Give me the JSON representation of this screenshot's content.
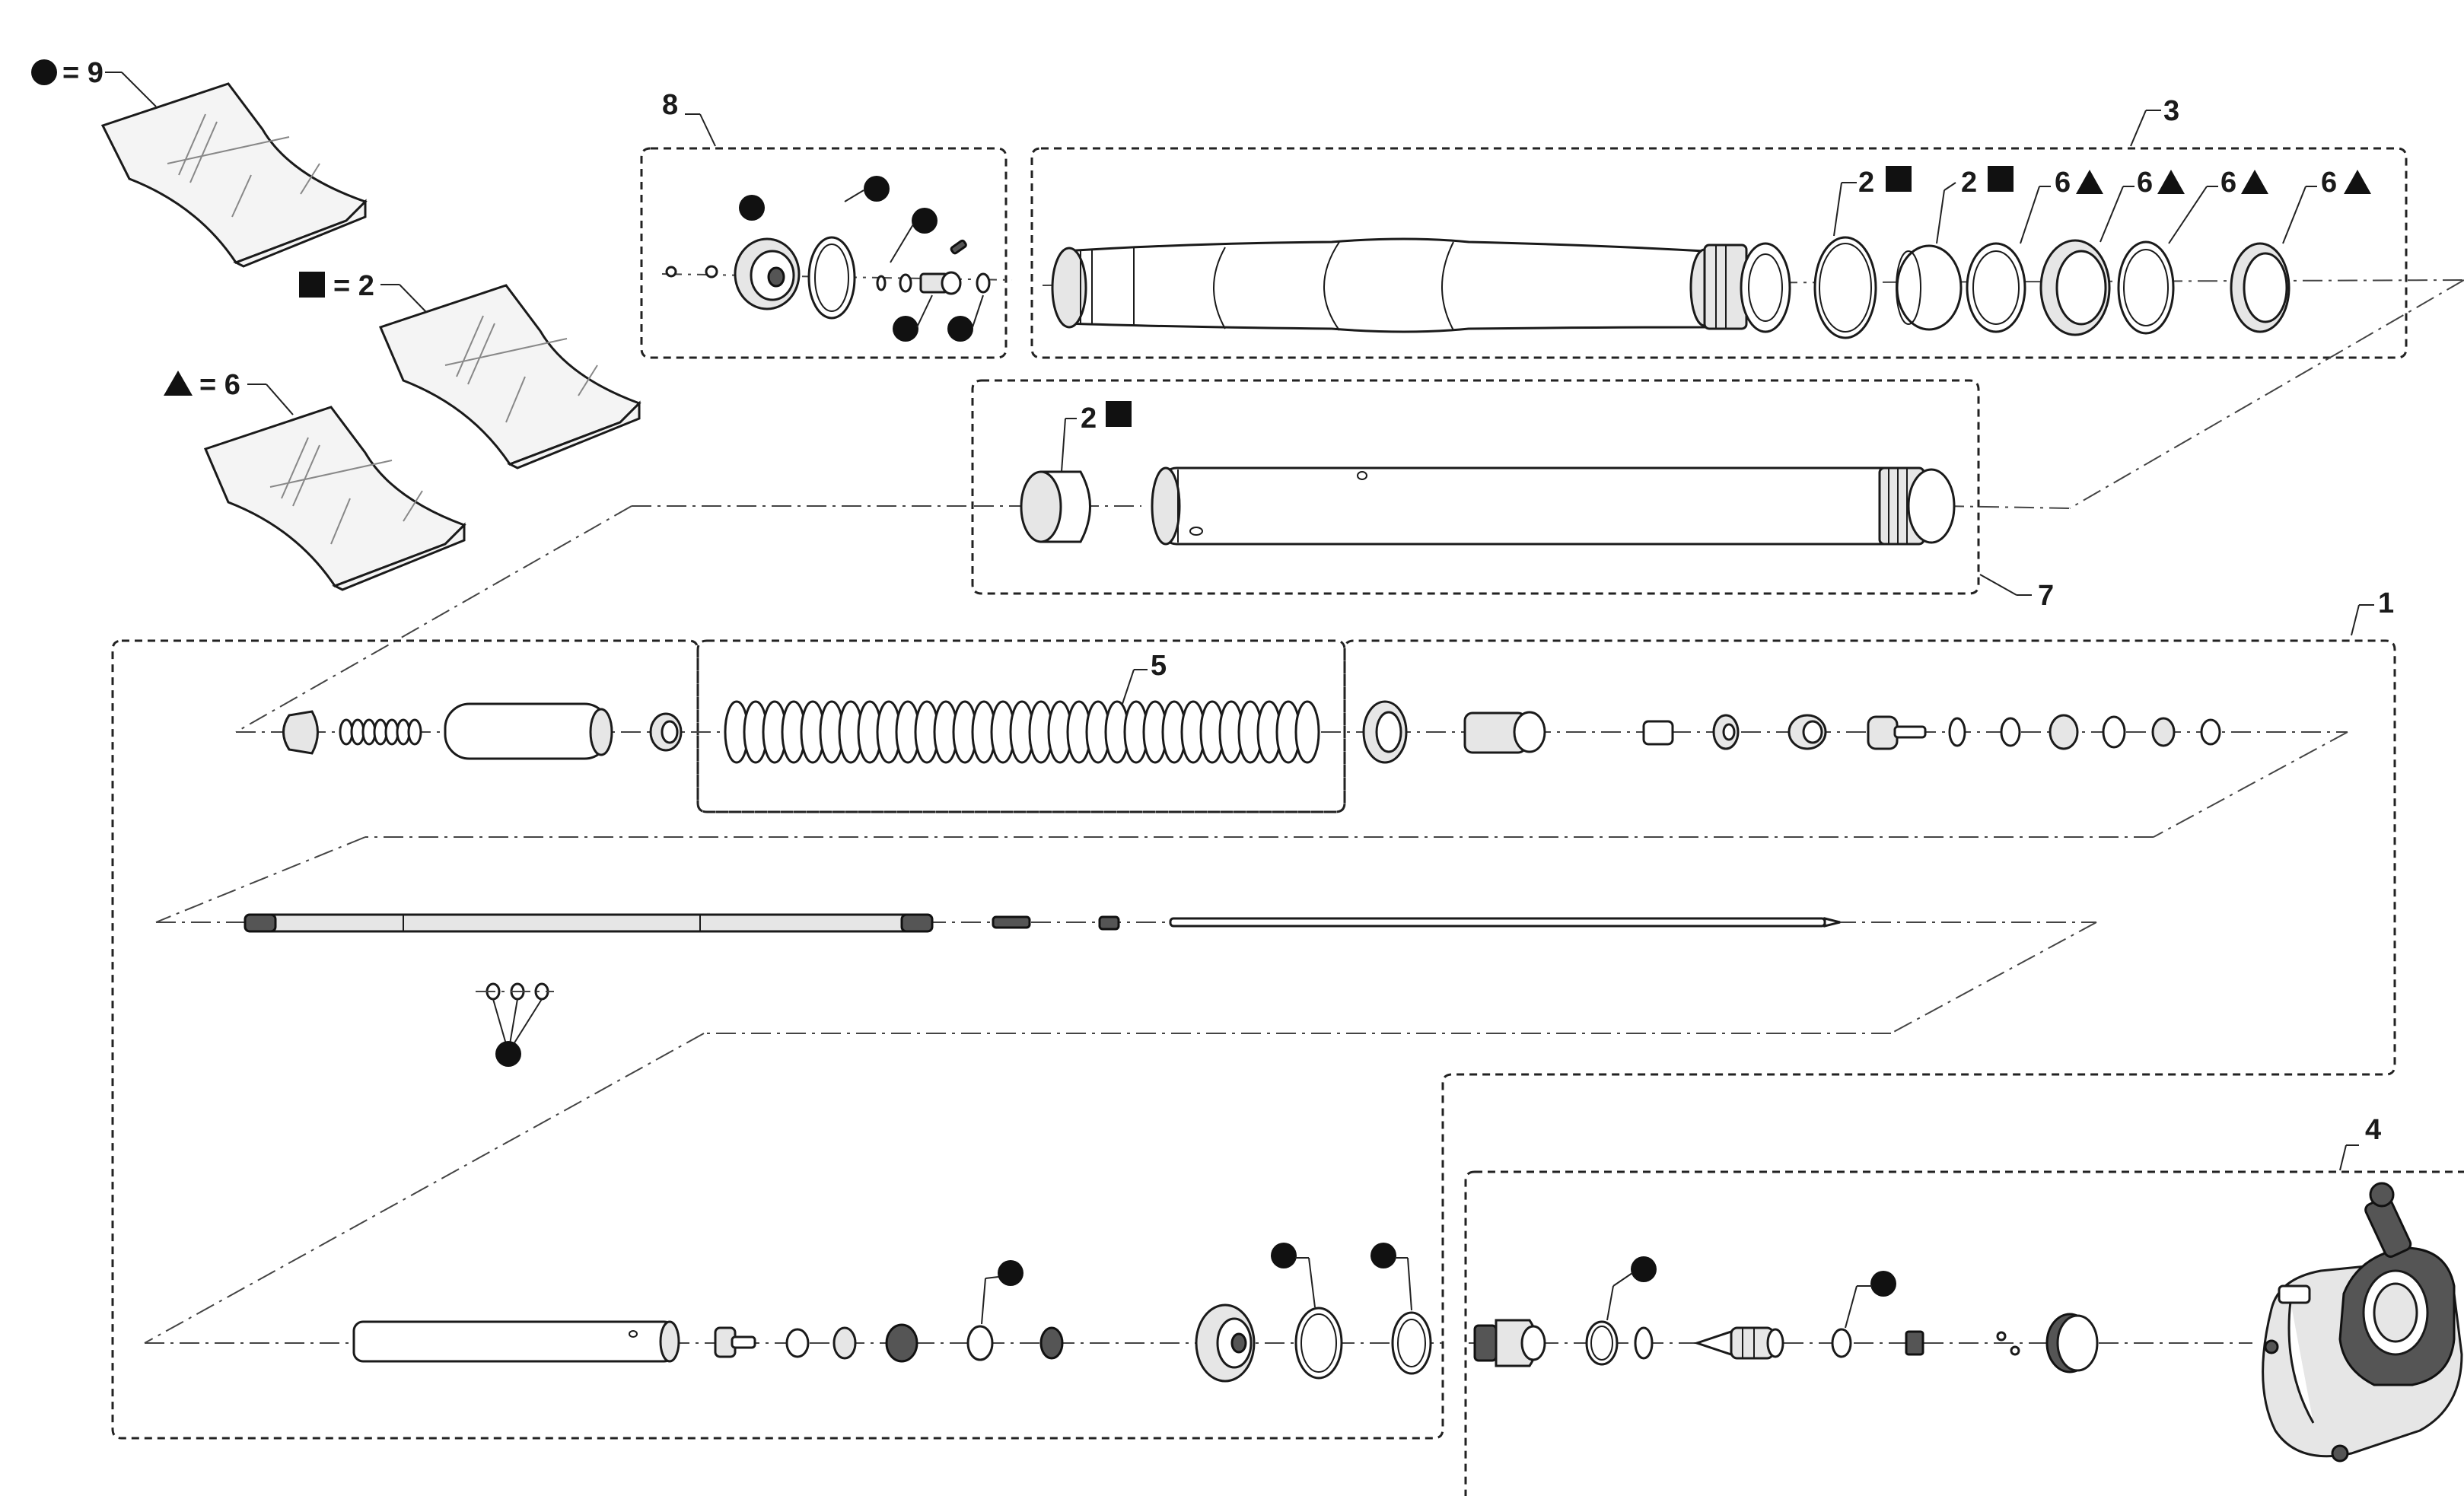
{
  "legend": {
    "circle": {
      "symbol": "circle",
      "label": "= 9"
    },
    "square": {
      "symbol": "square",
      "label": "= 2"
    },
    "triangle": {
      "symbol": "triangle",
      "label": "= 6"
    }
  },
  "callouts": {
    "c1": "1",
    "c3": "3",
    "c4": "4",
    "c5": "5",
    "c7": "7",
    "c8": "8",
    "c2a": "2",
    "c2b": "2",
    "c2c": "2",
    "c6a": "6",
    "c6b": "6",
    "c6c": "6",
    "c6d": "6"
  },
  "colors": {
    "line": "#1a1a1a",
    "marker": "#111111",
    "bag_fill": "#f4f4f4",
    "part_fill": "#ffffff",
    "part_shade": "#e6e6e6"
  },
  "icons": [
    "bag-icon",
    "circle-marker-icon",
    "square-marker-icon",
    "triangle-marker-icon"
  ]
}
